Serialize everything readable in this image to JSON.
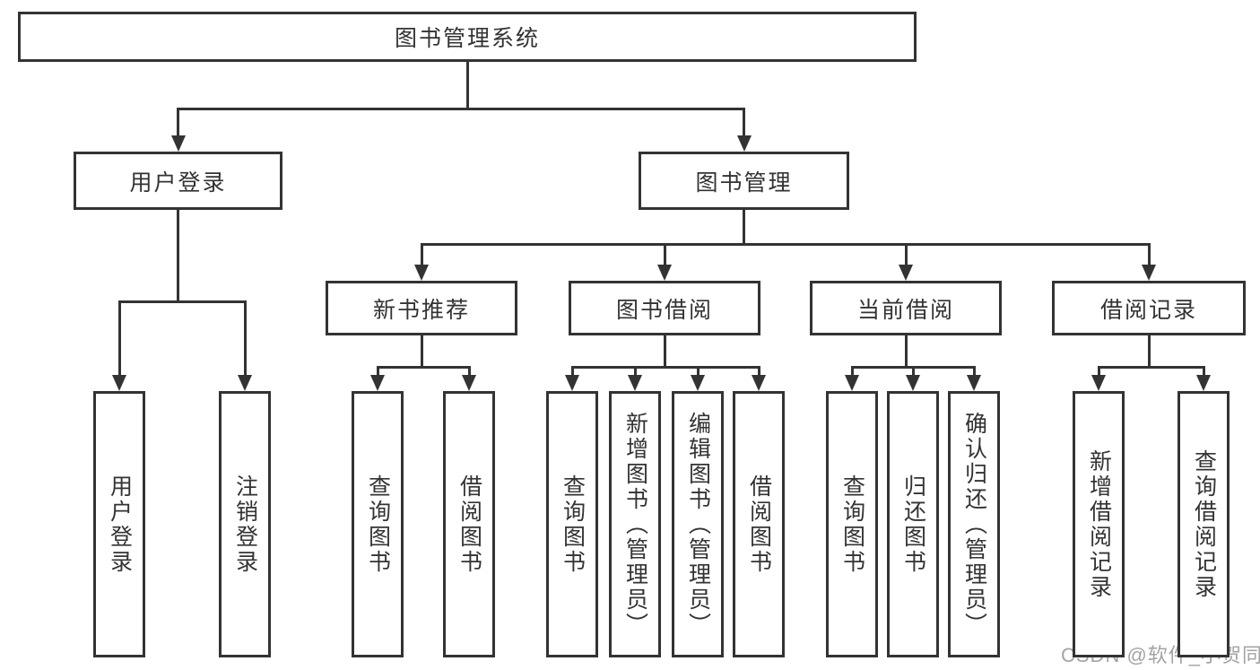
{
  "diagram": {
    "title": "图书管理系统",
    "nodes": {
      "root": {
        "label": "图书管理系统"
      },
      "user_login": {
        "label": "用户登录"
      },
      "book_mgmt": {
        "label": "图书管理"
      },
      "new_books": {
        "label": "新书推荐"
      },
      "book_borrow": {
        "label": "图书借阅"
      },
      "current_borrow": {
        "label": "当前借阅"
      },
      "borrow_records": {
        "label": "借阅记录"
      },
      "leaf_user_login": {
        "label": "用户登录"
      },
      "leaf_logout": {
        "label": "注销登录"
      },
      "leaf_nb_query": {
        "label": "查询图书"
      },
      "leaf_nb_borrow": {
        "label": "借阅图书"
      },
      "leaf_bb_query": {
        "label": "查询图书"
      },
      "leaf_bb_add": {
        "label": "新增图书（管理员）"
      },
      "leaf_bb_edit": {
        "label": "编辑图书（管理员）"
      },
      "leaf_bb_borrow": {
        "label": "借阅图书"
      },
      "leaf_cb_query": {
        "label": "查询图书"
      },
      "leaf_cb_return": {
        "label": "归还图书"
      },
      "leaf_cb_confirm": {
        "label": "确认归还（管理员）"
      },
      "leaf_br_add": {
        "label": "新增借阅记录"
      },
      "leaf_br_query": {
        "label": "查询借阅记录"
      }
    },
    "watermark": "CSDN @软件_小贺同学",
    "colors": {
      "line": "#333333",
      "text": "#333333",
      "watermark": "#a3a3a3",
      "background": "#ffffff"
    }
  }
}
